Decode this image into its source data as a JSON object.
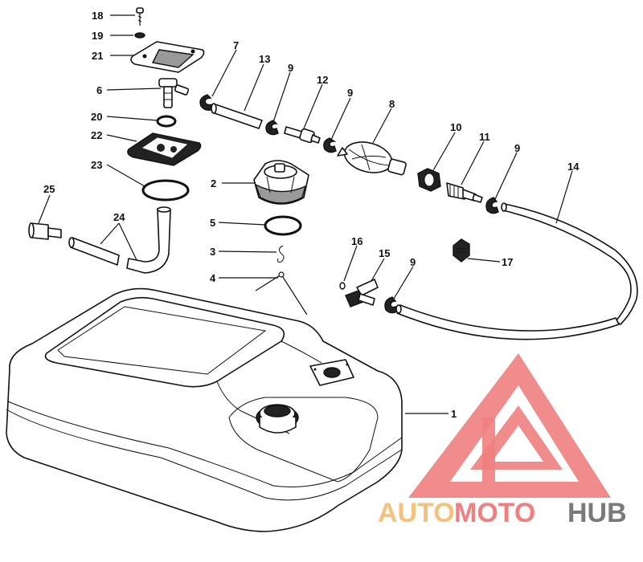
{
  "diagram": {
    "callouts": [
      {
        "id": "c1",
        "num": "1"
      },
      {
        "id": "c2",
        "num": "2"
      },
      {
        "id": "c3",
        "num": "3"
      },
      {
        "id": "c4",
        "num": "4"
      },
      {
        "id": "c5",
        "num": "5"
      },
      {
        "id": "c6",
        "num": "6"
      },
      {
        "id": "c7",
        "num": "7"
      },
      {
        "id": "c8",
        "num": "8"
      },
      {
        "id": "c9a",
        "num": "9"
      },
      {
        "id": "c9b",
        "num": "9"
      },
      {
        "id": "c9c",
        "num": "9"
      },
      {
        "id": "c9d",
        "num": "9"
      },
      {
        "id": "c10",
        "num": "10"
      },
      {
        "id": "c11",
        "num": "11"
      },
      {
        "id": "c12",
        "num": "12"
      },
      {
        "id": "c13",
        "num": "13"
      },
      {
        "id": "c14",
        "num": "14"
      },
      {
        "id": "c15",
        "num": "15"
      },
      {
        "id": "c16",
        "num": "16"
      },
      {
        "id": "c17",
        "num": "17"
      },
      {
        "id": "c18",
        "num": "18"
      },
      {
        "id": "c19",
        "num": "19"
      },
      {
        "id": "c20",
        "num": "20"
      },
      {
        "id": "c21",
        "num": "21"
      },
      {
        "id": "c22",
        "num": "22"
      },
      {
        "id": "c23",
        "num": "23"
      },
      {
        "id": "c24",
        "num": "24"
      },
      {
        "id": "c25",
        "num": "25"
      }
    ]
  },
  "watermark": {
    "word1": "AUTO",
    "word2": "MOTO",
    "word3": "HUB",
    "color_primary": "#f07f7f",
    "color_secondary": "#f4c27a",
    "color_tertiary": "#7a7a7a"
  }
}
